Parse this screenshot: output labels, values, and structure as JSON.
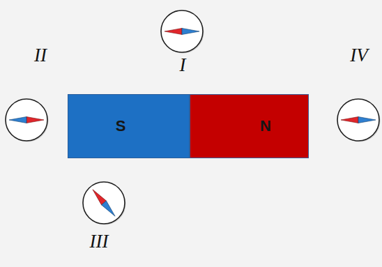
{
  "diagram": {
    "nodes": [
      {
        "text": [
          "S"
        ]
      },
      {
        "text": [
          "N"
        ]
      }
    ],
    "labels": [
      "I",
      "II",
      "III",
      "IV"
    ]
  }
}
